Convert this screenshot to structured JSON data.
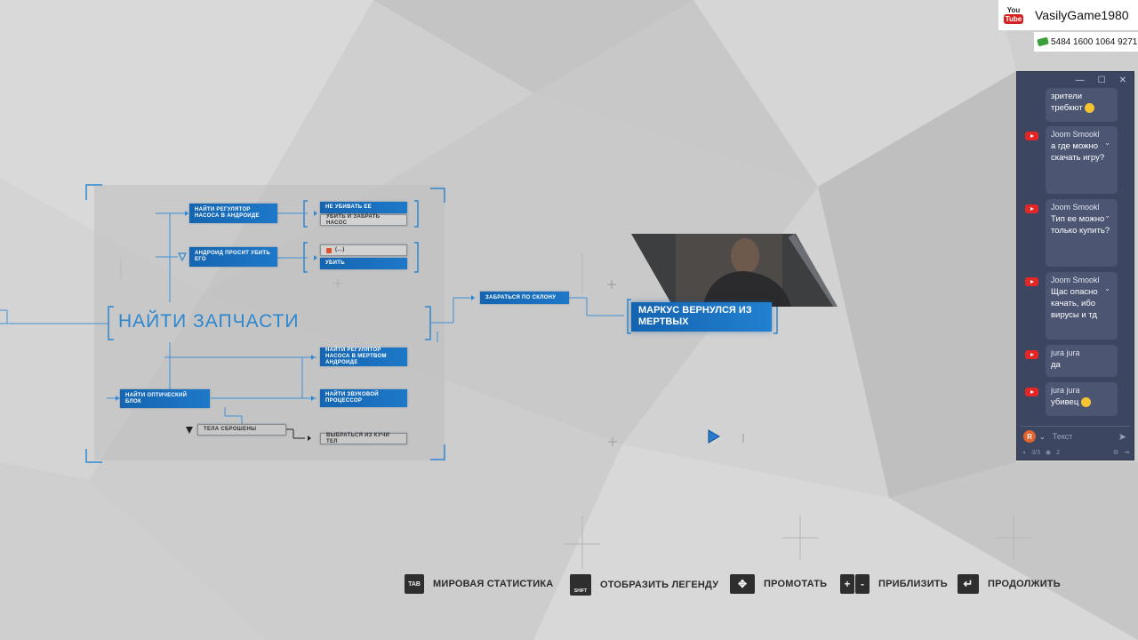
{
  "flowchart": {
    "main_title": "НАЙТИ ЗАПЧАСТИ",
    "nodes": {
      "find_regulator_android": "НАЙТИ РЕГУЛЯТОР НАСОСА В АНДРОИДЕ",
      "android_asks_kill": "АНДРОИД ПРОСИТ УБИТЬ ЕГО",
      "dont_kill_top": "НЕ УБИВАТЬ ЕЕ",
      "dont_kill_bottom": "УБИТЬ И ЗАБРАТЬ НАСОС",
      "locked_top": "(...)",
      "kill": "УБИТЬ",
      "find_regulator_dead": "НАЙТИ РЕГУЛЯТОР НАСОСА В МЕРТВОМ АНДРОИДЕ",
      "find_optical": "НАЙТИ ОПТИЧЕСКИЙ БЛОК",
      "find_sound": "НАЙТИ ЗВУКОВОЙ ПРОЦЕССОР",
      "bodies_dumped": "ТЕЛА СБРОШЕНЫ",
      "escape_pile": "ВЫБРАТЬСЯ ИЗ КУЧИ ТЕЛ",
      "climb_slope": "ЗАБРАТЬСЯ ПО СКЛОНУ",
      "markus_back": "МАРКУС ВЕРНУЛСЯ ИЗ МЕРТВЫХ"
    }
  },
  "controls": [
    {
      "key": "TAB",
      "label": "МИРОВАЯ СТАТИСТИКА"
    },
    {
      "key": "SHIFT",
      "label": "ОТОБРАЗИТЬ ЛЕГЕНДУ"
    },
    {
      "key": "✥",
      "label": "ПРОМОТАТЬ"
    },
    {
      "key_plus": "+",
      "key_minus": "-",
      "label": "ПРИБЛИЗИТЬ"
    },
    {
      "key": "↵",
      "label": "ПРОДОЛЖИТЬ"
    }
  ],
  "overlay": {
    "channel": "VasilyGame1980",
    "card": "5484 1600 1064 9271",
    "yt_you": "You",
    "yt_tube": "Tube"
  },
  "chat": {
    "window_controls": [
      "—",
      "☐",
      "✕"
    ],
    "messages": [
      {
        "author": "",
        "text": "зрители требкют"
      },
      {
        "author": "Joom Smookl",
        "text": "а где можно скачать игру?"
      },
      {
        "author": "Joom Smookl",
        "text": "Тип ее можно только купить?"
      },
      {
        "author": "Joom Smookl",
        "text": "Щас опасно качать, ибо вирусы и тд"
      },
      {
        "author": "jura jura",
        "text": "да"
      },
      {
        "author": "jura jura",
        "text": "убивец"
      }
    ],
    "input_placeholder": "Текст",
    "footer_count": "3/3",
    "footer_viewers": "2"
  }
}
